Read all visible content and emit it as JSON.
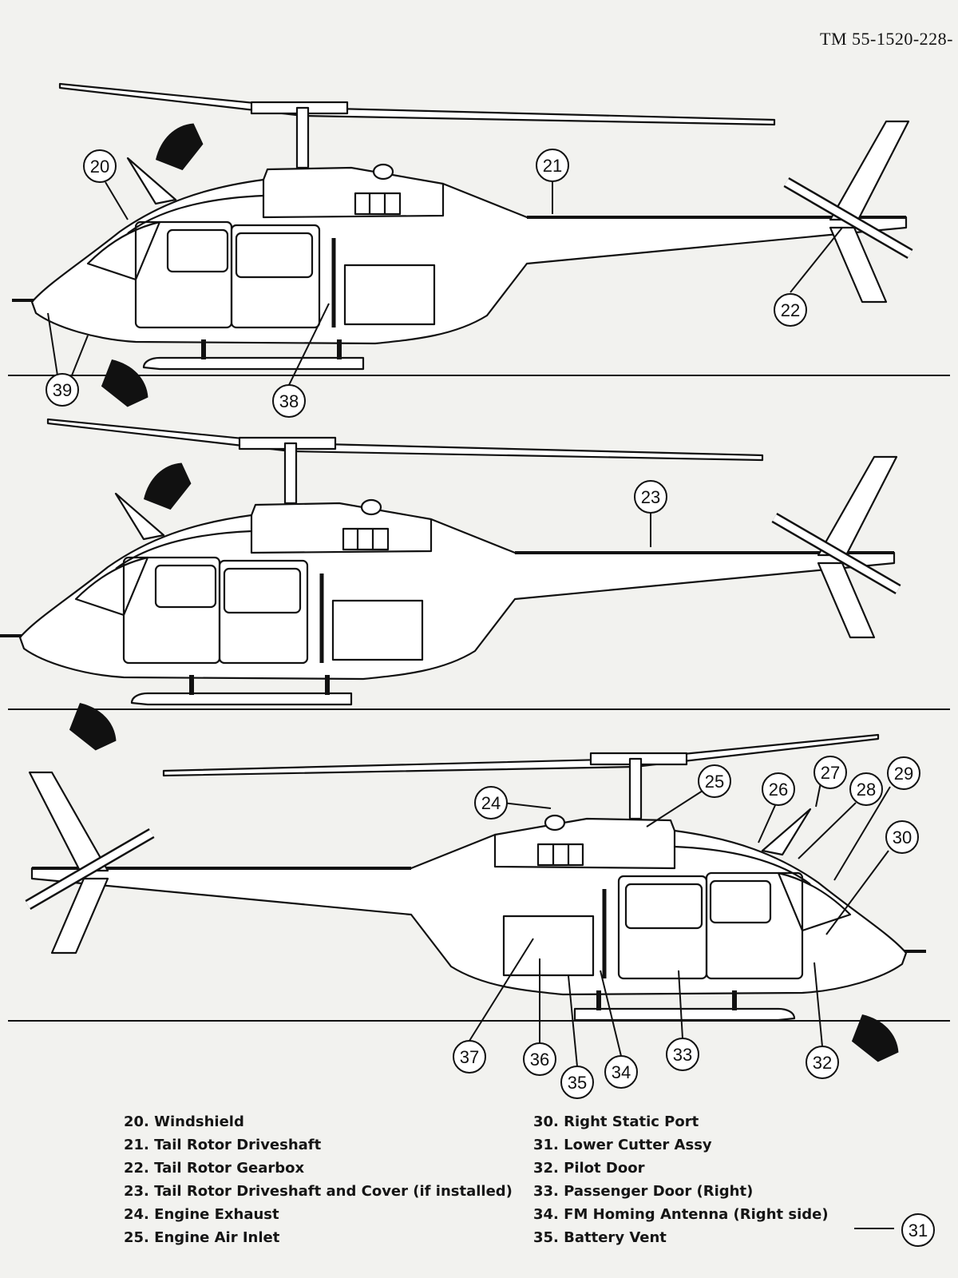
{
  "header": {
    "doc_ref": "TM 55-1520-228-"
  },
  "callouts": {
    "c20": "20",
    "c21": "21",
    "c22": "22",
    "c23": "23",
    "c24": "24",
    "c25": "25",
    "c26": "26",
    "c27": "27",
    "c28": "28",
    "c29": "29",
    "c30": "30",
    "c31": "31",
    "c32": "32",
    "c33": "33",
    "c34": "34",
    "c35": "35",
    "c36": "36",
    "c37": "37",
    "c38": "38",
    "c39": "39"
  },
  "legend_left": [
    "20. Windshield",
    "21. Tail Rotor Driveshaft",
    "22. Tail Rotor Gearbox",
    "23. Tail Rotor Driveshaft and Cover (if installed)",
    "24. Engine Exhaust",
    "25. Engine Air Inlet"
  ],
  "legend_right": [
    "30. Right Static Port",
    "31. Lower Cutter Assy",
    "32. Pilot Door",
    "33. Passenger Door (Right)",
    "34. FM Homing Antenna (Right side)",
    "35. Battery Vent"
  ],
  "colors": {
    "paper": "#f2f2ef",
    "ink": "#111111"
  }
}
